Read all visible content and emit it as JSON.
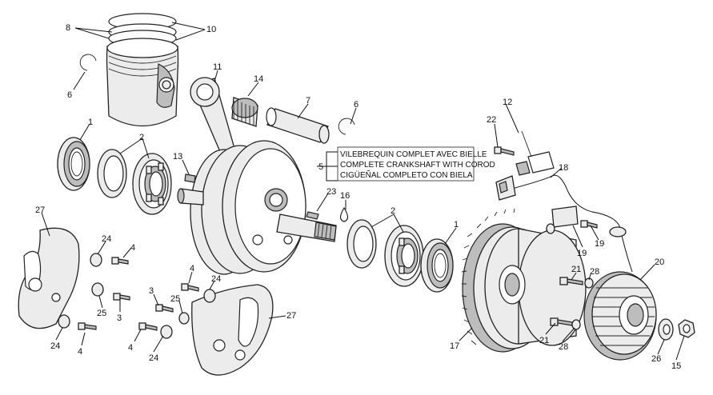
{
  "callouts": {
    "c1a": "1",
    "c1b": "1",
    "c2a": "2",
    "c2b": "2",
    "c3a": "3",
    "c3b": "3",
    "c4a": "4",
    "c4b": "4",
    "c4c": "4",
    "c4d": "4",
    "c5": "5",
    "c6a": "6",
    "c6b": "6",
    "c7": "7",
    "c8": "8",
    "c10": "10",
    "c11": "11",
    "c12": "12",
    "c13": "13",
    "c14": "14",
    "c15": "15",
    "c16": "16",
    "c17": "17",
    "c18": "18",
    "c19a": "19",
    "c19b": "19",
    "c20": "20",
    "c21a": "21",
    "c21b": "21",
    "c22": "22",
    "c23": "23",
    "c24a": "24",
    "c24b": "24",
    "c24c": "24",
    "c24d": "24",
    "c25a": "25",
    "c25b": "25",
    "c26": "26",
    "c27a": "27",
    "c27b": "27",
    "c28a": "28",
    "c28b": "28"
  },
  "description": {
    "line_fr": "VILEBREQUIN COMPLET AVEC BIELLE",
    "line_en": "COMPLETE CRANKSHAFT WITH COROD",
    "line_es": "CIGÜEÑAL COMPLETO CON BIELA"
  }
}
